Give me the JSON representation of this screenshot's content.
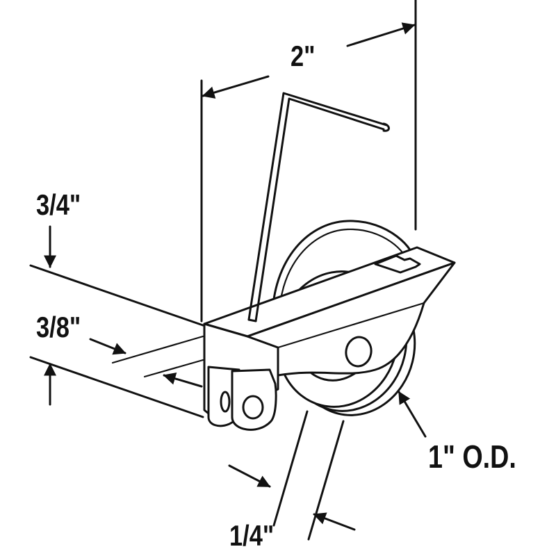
{
  "diagram": {
    "labels": {
      "width": "2\"",
      "track_height": "3/4\"",
      "groove": "3/8\"",
      "wheel_od": "1\" O.D.",
      "wheel_width": "1/4\""
    },
    "line_color": "#111111",
    "background": "#ffffff"
  }
}
